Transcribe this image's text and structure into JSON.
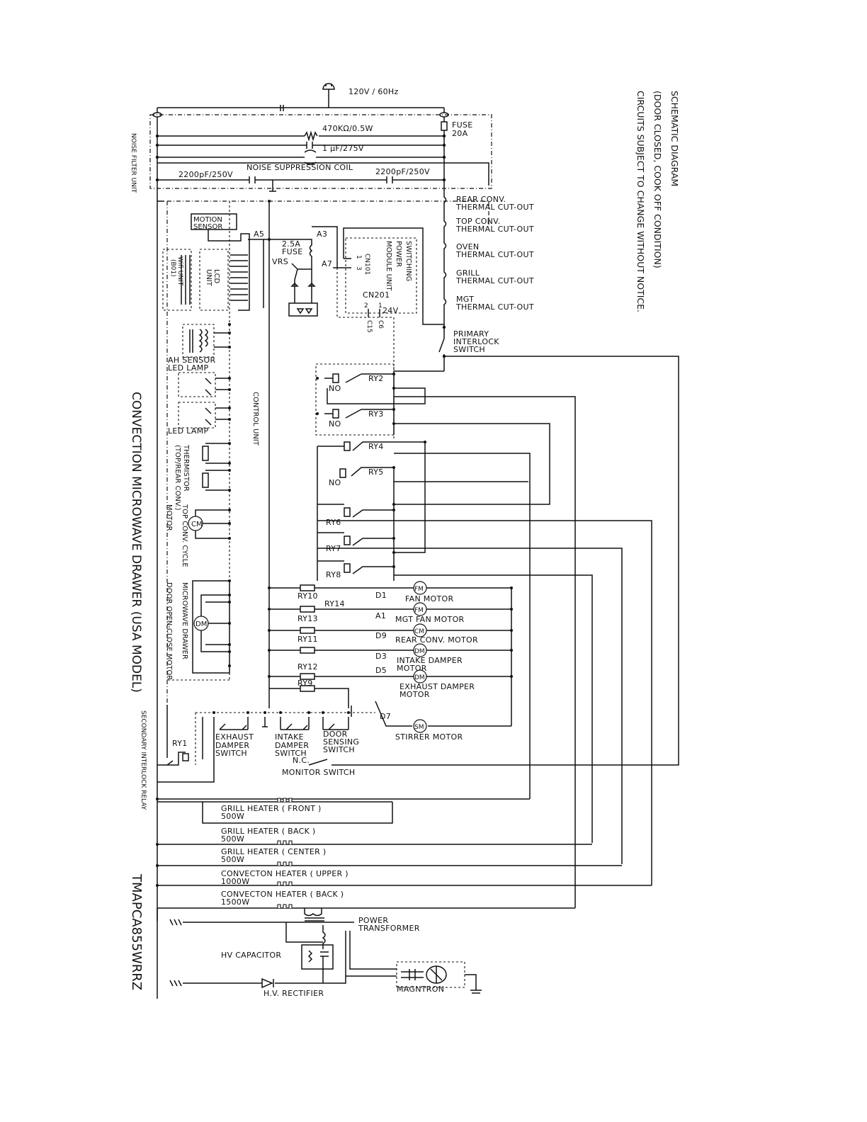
{
  "header": {
    "title": "SCHEMATIC DIAGRAM",
    "condition": "(DOOR CLOSED, COOK OFF CONDITION)",
    "notice": "CIRCUITS SUBJECT TO CHANGE WITHOUT NOTICE."
  },
  "model": {
    "product": "CONVECTION MICROWAVE DRAWER (USA MODEL)",
    "number": "TMAPCA855WRRZ"
  },
  "side_labels": {
    "noise_filter": "NOISE FILTER UNIT",
    "control_unit": "CONTROL UNIT",
    "secondary_relay": "SECONDARY INTERLOCK RELAY"
  },
  "supply": {
    "voltage": "120V / 60Hz",
    "fuse": "FUSE",
    "fuse_rating": "20A",
    "resistor": "470KΩ/0.5W",
    "capacitor": "1 μF/275V",
    "coil": "NOISE SUPPRESSION COIL",
    "cap_left": "2200pF/250V",
    "cap_right": "2200pF/250V"
  },
  "thermal": [
    {
      "l1": "REAR CONV.",
      "l2": "THERMAL CUT-OUT"
    },
    {
      "l1": "TOP CONV.",
      "l2": "THERMAL CUT-OUT"
    },
    {
      "l1": "OVEN",
      "l2": "THERMAL CUT-OUT"
    },
    {
      "l1": "GRILL",
      "l2": "THERMAL CUT-OUT"
    },
    {
      "l1": "MGT",
      "l2": "THERMAL CUT-OUT"
    }
  ],
  "primary_switch": {
    "l1": "PRIMARY",
    "l2": "INTERLOCK",
    "l3": "SWITCH"
  },
  "control": {
    "motion_sensor_1": "MOTION",
    "motion_sensor_2": "SENSOR",
    "wifi_1": "Wifi UNIT",
    "wifi_2": "(B01)",
    "lcd_1": "LCD",
    "lcd_2": "UNIT",
    "a5": "A5",
    "a3": "A3",
    "a7": "A7",
    "vrs": "VRS",
    "fuse_1": "2.5A",
    "fuse_2": "FUSE",
    "psu_1": "SWITCHING",
    "psu_2": "POWER",
    "psu_3": "MODULE UNIT",
    "cn101": "CN101",
    "pin1": "1",
    "pin3": "3",
    "cn201": "CN201",
    "pin2b": "2",
    "pin1b": "1",
    "c6": "C6",
    "c15": "C15",
    "v24": "24V",
    "ah_sensor": "AH SENSOR",
    "led_lamp_1": "LED LAMP",
    "led_lamp_2": "LED LAMP",
    "thermistor_1": "THERMISTOR",
    "thermistor_2": "(TOP/REAR CONV.)",
    "top_motor_1": "TOP CONV. CYCLE",
    "top_motor_2": "MOTOR",
    "door_motor_1": "MICROWAVE DRAWER",
    "door_motor_2": "DOOR OPEN-CLOSE MOTOR",
    "cm_symbol": "CM",
    "dm_symbol": "DM"
  },
  "relays": {
    "ry2": "RY2",
    "ry3": "RY3",
    "ry4": "RY4",
    "ry5": "RY5",
    "ry6": "RY6",
    "ry7": "RY7",
    "ry8": "RY8",
    "no_a": "NO",
    "no_b": "NO",
    "no_c": "NO",
    "ry10": "RY10",
    "ry14": "RY14",
    "ry13": "RY13",
    "ry11": "RY11",
    "ry12": "RY12",
    "ry9": "RY9",
    "ry1": "RY1"
  },
  "loads": [
    {
      "code": "D1",
      "sym": "FM",
      "name": "FAN MOTOR"
    },
    {
      "code": "A1",
      "sym": "FM",
      "name": "MGT FAN MOTOR"
    },
    {
      "code": "D9",
      "sym": "CM",
      "name": "REAR CONV. MOTOR"
    },
    {
      "code": "D3",
      "sym": "DM",
      "name": "INTAKE DAMPER",
      "name2": "MOTOR"
    },
    {
      "code": "D5",
      "sym": "DM",
      "name": "EXHAUST DAMPER",
      "name2": "MOTOR"
    },
    {
      "code": "D7",
      "sym": "SM",
      "name": "STIRRER MOTOR"
    }
  ],
  "switches": {
    "exhaust_1": "EXHAUST",
    "exhaust_2": "DAMPER",
    "exhaust_3": "SWITCH",
    "intake_1": "INTAKE",
    "intake_2": "DAMPER",
    "intake_3": "SWITCH",
    "door_1": "DOOR",
    "door_2": "SENSING",
    "door_3": "SWITCH",
    "nc": "N.C.",
    "monitor": "MONITOR SWITCH"
  },
  "heaters": [
    {
      "name": "GRILL HEATER ( FRONT )",
      "watts": "500W"
    },
    {
      "name": "GRILL HEATER ( BACK )",
      "watts": "500W"
    },
    {
      "name": "GRILL HEATER ( CENTER )",
      "watts": "500W"
    },
    {
      "name": "CONVECTON HEATER ( UPPER )",
      "watts": "1000W"
    },
    {
      "name": "CONVECTON HEATER ( BACK )",
      "watts": "1500W"
    }
  ],
  "hv": {
    "transformer_1": "POWER",
    "transformer_2": "TRANSFORMER",
    "capacitor": "HV CAPACITOR",
    "rectifier": "H.V. RECTIFIER",
    "magnetron": "MAGNTRON"
  }
}
